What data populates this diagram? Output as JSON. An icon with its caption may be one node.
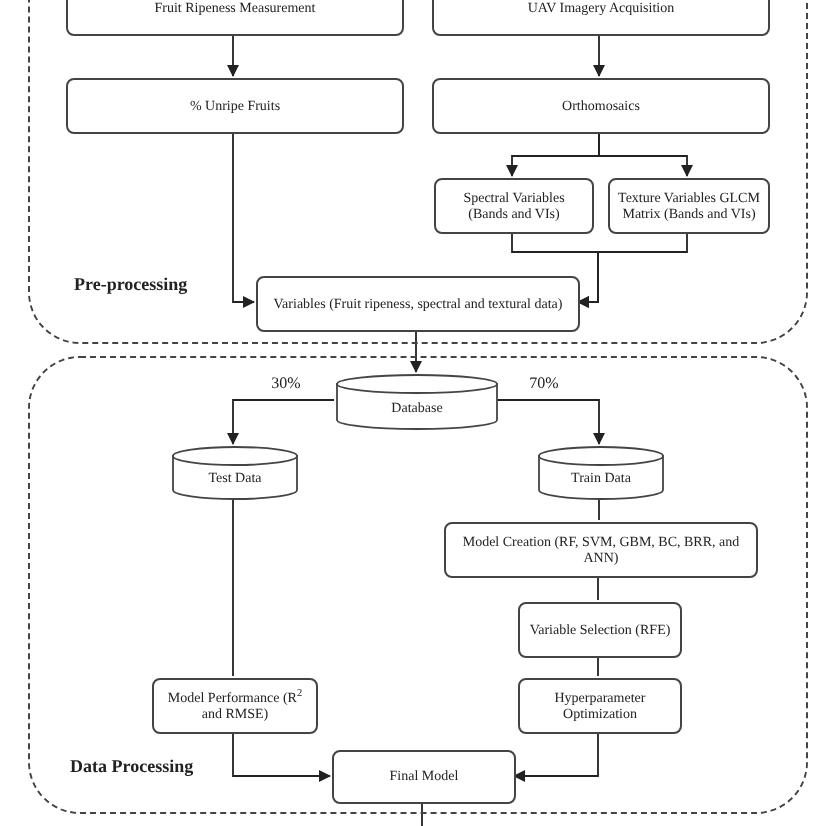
{
  "diagram": {
    "nodes": [
      {
        "text": [
          "Pre-processing"
        ]
      },
      {
        "text": [
          "Fruit Ripeness Measurement"
        ],
        "in": 0
      },
      {
        "text": [
          "UAV Imagery Acquisition"
        ],
        "in": 0
      },
      {
        "text": [
          "% Unripe Fruits"
        ],
        "in": 0
      },
      {
        "text": [
          "Orthomosaics"
        ],
        "in": 0
      },
      {
        "text": [
          "Spectral Variables (Bands and VIs)"
        ],
        "in": 0
      },
      {
        "text": [
          "Texture Variables GLCM Matrix (Bands and VIs)"
        ],
        "in": 0
      },
      {
        "text": [
          "Variables (Fruit ripeness, spectral and textural data)"
        ],
        "in": 0
      },
      {
        "text": [
          "Data Processing"
        ]
      },
      {
        "text": [
          "Database"
        ],
        "in": 8
      },
      {
        "text": [
          "Test Data"
        ],
        "in": 8
      },
      {
        "text": [
          "Train Data"
        ],
        "in": 8
      },
      {
        "text": [
          "Model Creation (RF, SVM, GBM, BC, BRR, and ANN)"
        ],
        "in": 8
      },
      {
        "text": [
          "Variable Selection (RFE)"
        ],
        "in": 8
      },
      {
        "text": [
          "Model Performance (R$^{2}$ and RMSE)"
        ],
        "in": 8
      },
      {
        "text": [
          "Hyperparameter Optimization"
        ],
        "in": 8
      },
      {
        "text": [
          "Final Model"
        ],
        "in": 8
      }
    ],
    "edges": [
      {
        "from": 1,
        "to": 3,
        "arrow": "to"
      },
      {
        "from": 2,
        "to": 4,
        "arrow": "to"
      },
      {
        "from": 4,
        "to": 5,
        "arrow": "to"
      },
      {
        "from": 4,
        "to": 6,
        "arrow": "to"
      },
      {
        "from": 3,
        "to": 7,
        "arrow": "to"
      },
      {
        "from": 5,
        "to": 7,
        "arrow": "to"
      },
      {
        "from": 6,
        "to": 7,
        "arrow": "to"
      },
      {
        "from": 7,
        "to": 9,
        "arrow": "to"
      },
      {
        "from": 9,
        "to": 10,
        "arrow": "to",
        "label": "30%"
      },
      {
        "from": 9,
        "to": 11,
        "arrow": "to",
        "label": "70%"
      },
      {
        "from": 11,
        "to": 12,
        "arrow": "none"
      },
      {
        "from": 12,
        "to": 13,
        "arrow": "none"
      },
      {
        "from": 13,
        "to": 15,
        "arrow": "none"
      },
      {
        "from": 10,
        "to": 14,
        "arrow": "none"
      },
      {
        "from": 14,
        "to": 16,
        "arrow": "to"
      },
      {
        "from": 15,
        "to": 16,
        "arrow": "to"
      },
      {
        "from": 16,
        "to": null,
        "arrow": "none"
      }
    ]
  }
}
